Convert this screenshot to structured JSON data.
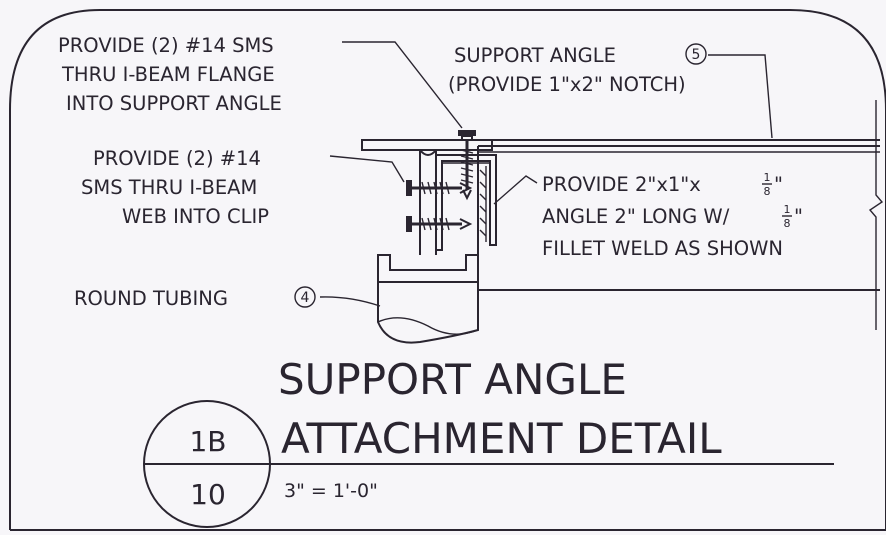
{
  "notes": {
    "flange_sms": [
      "PROVIDE (2) #14 SMS",
      "THRU I-BEAM FLANGE",
      "INTO SUPPORT ANGLE"
    ],
    "web_sms": [
      "PROVIDE (2) #14",
      "SMS THRU I-BEAM",
      "WEB INTO CLIP"
    ],
    "support_angle": {
      "line1": "SUPPORT ANGLE",
      "tag": "5",
      "line2": "(PROVIDE 1\"x2\" NOTCH)"
    },
    "clip_angle": {
      "line1_prefix": "PROVIDE 2\"x1\"x",
      "line1_frac_num": "1",
      "line1_frac_den": "8",
      "line1_suffix": "\"",
      "line2_prefix": "ANGLE 2\" LONG W/ ",
      "line2_frac_num": "1",
      "line2_frac_den": "8",
      "line2_suffix": "\"",
      "line3": "FILLET WELD AS SHOWN"
    },
    "round_tubing": {
      "label": "ROUND TUBING",
      "tag": "4"
    }
  },
  "title": {
    "line1": "SUPPORT ANGLE",
    "line2": "ATTACHMENT DETAIL",
    "detail_id": "1B",
    "sheet": "10",
    "scale": "3\" = 1'-0\""
  }
}
